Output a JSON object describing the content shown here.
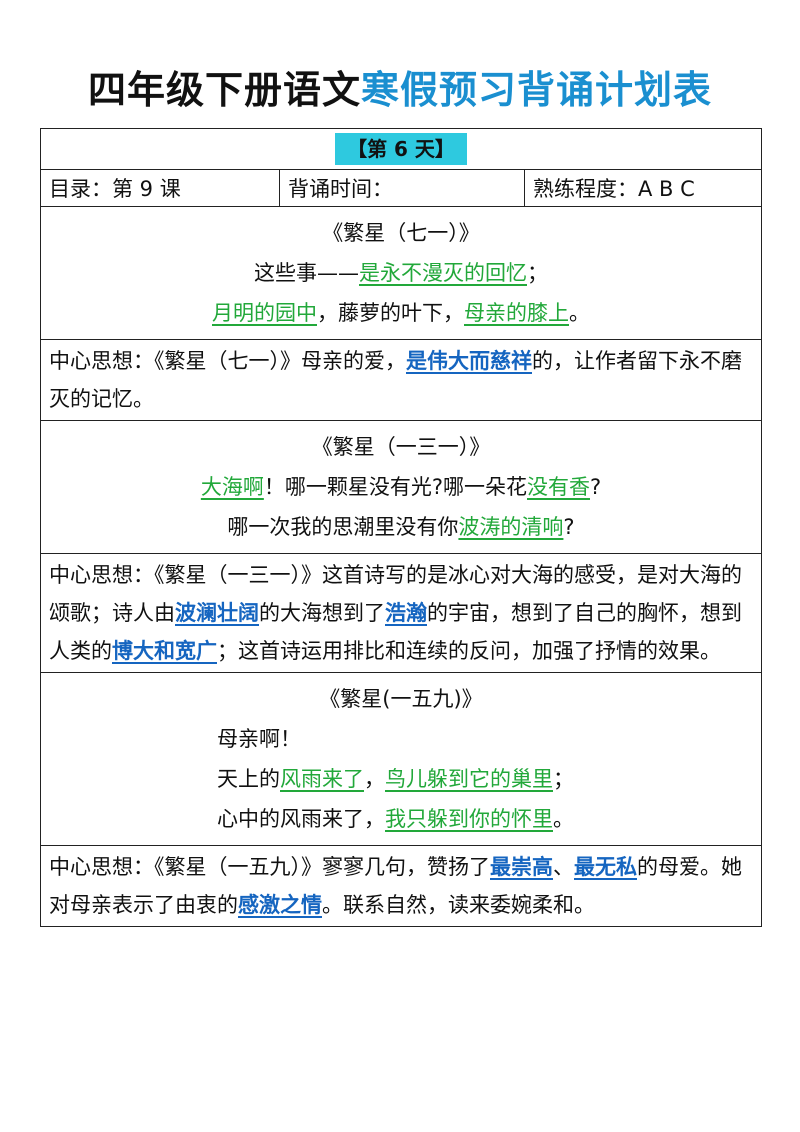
{
  "title": {
    "part1": "四年级下册语文",
    "part2": "寒假预习背诵计划表"
  },
  "day_label": "【第 6 天】",
  "meta": {
    "catalog": "目录：第 9 课",
    "recite_time": "背诵时间：",
    "proficiency": "熟练程度：A    B    C"
  },
  "poem71": {
    "title": "《繁星（七一）》",
    "l1a": "这些事——",
    "l1b": "是永不漫灭的回忆",
    "l1c": "；",
    "l2a": "月明的园中",
    "l2b": "，藤萝的叶下，",
    "l2c": "母亲的膝上",
    "l2d": "。"
  },
  "idea71": {
    "a": "中心思想：《繁星（七一）》母亲的爱，",
    "b": "是伟大而慈祥",
    "c": "的，让作者留下永不磨灭的记忆。"
  },
  "poem131": {
    "title": "《繁星（一三一）》",
    "l1a": "大海啊",
    "l1b": "！哪一颗星没有光?哪一朵花",
    "l1c": "没有香",
    "l1d": "?",
    "l2a": "哪一次我的思潮里没有你",
    "l2b": "波涛的清响",
    "l2c": "?"
  },
  "idea131": {
    "a": "中心思想：《繁星（一三一）》这首诗写的是冰心对大海的感受，是对大海的颂歌；诗人由",
    "b": "波澜壮阔",
    "c": "的大海想到了",
    "d": "浩瀚",
    "e": "的宇宙，想到了自己的胸怀，想到人类的",
    "f": "博大和宽广",
    "g": "；这首诗运用排比和连续的反问，加强了抒情的效果。"
  },
  "poem159": {
    "title": "《繁星(一五九)》",
    "l1": "母亲啊！",
    "l2a": "天上的",
    "l2b": "风雨来了",
    "l2c": "，",
    "l2d": "鸟儿躲到它的巢里",
    "l2e": "；",
    "l3a": "心中的风雨来了，",
    "l3b": "我只躲到你的怀里",
    "l3c": "。"
  },
  "idea159": {
    "a": "中心思想：《繁星（一五九）》寥寥几句，赞扬了",
    "b": "最崇高",
    "c": "、",
    "d": "最无私",
    "e": "的母爱。她对母亲表示了由衷的",
    "f": "感激之情",
    "g": "。联系自然，读来委婉柔和。"
  },
  "colors": {
    "title_blue": "#1a8fd0",
    "badge_cyan": "#2ec9df",
    "green": "#22a83a",
    "keyword_blue": "#1565c0"
  }
}
